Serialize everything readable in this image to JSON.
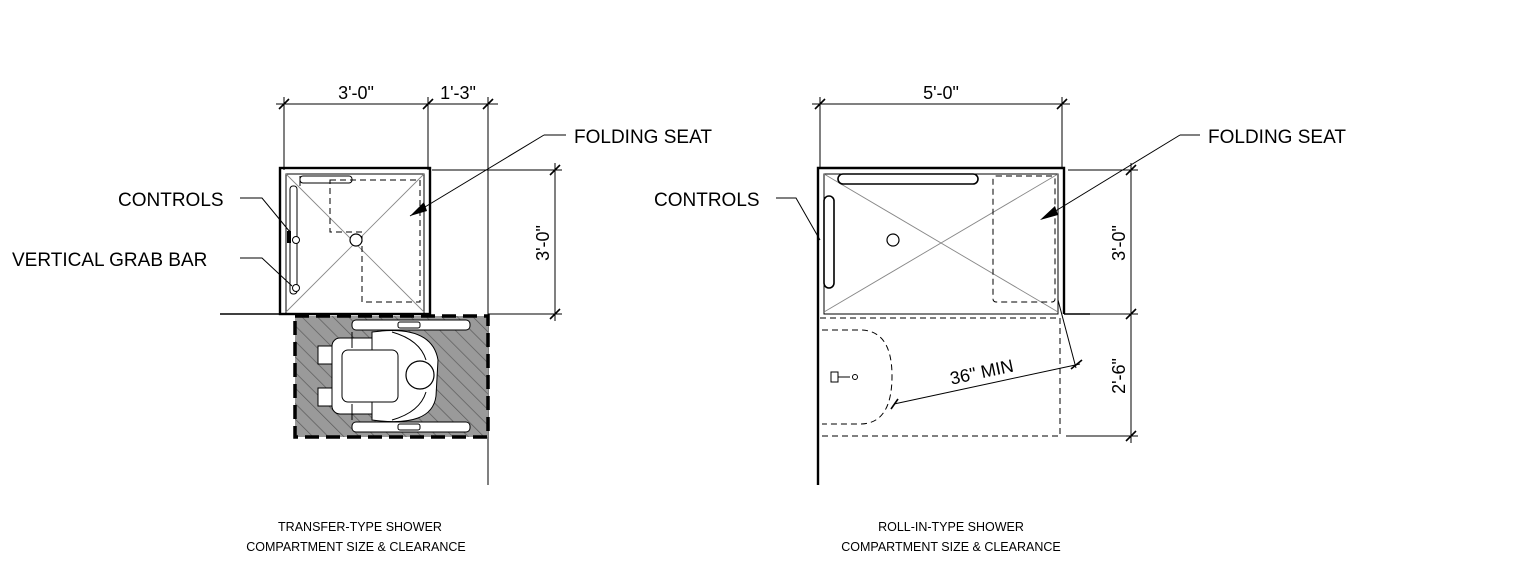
{
  "transfer": {
    "dim_width": "3'-0\"",
    "dim_extra": "1'-3\"",
    "dim_depth": "3'-0\"",
    "label_folding_seat": "FOLDING SEAT",
    "label_controls": "CONTROLS",
    "label_grab_bar": "VERTICAL GRAB BAR",
    "caption_line1": "TRANSFER-TYPE SHOWER",
    "caption_line2": "COMPARTMENT SIZE & CLEARANCE"
  },
  "rollin": {
    "dim_width": "5'-0\"",
    "dim_depth": "3'-0\"",
    "dim_clear": "2'-6\"",
    "dim_diag": "36\" MIN",
    "label_folding_seat": "FOLDING SEAT",
    "label_controls": "CONTROLS",
    "caption_line1": "ROLL-IN-TYPE SHOWER",
    "caption_line2": "COMPARTMENT SIZE & CLEARANCE"
  }
}
